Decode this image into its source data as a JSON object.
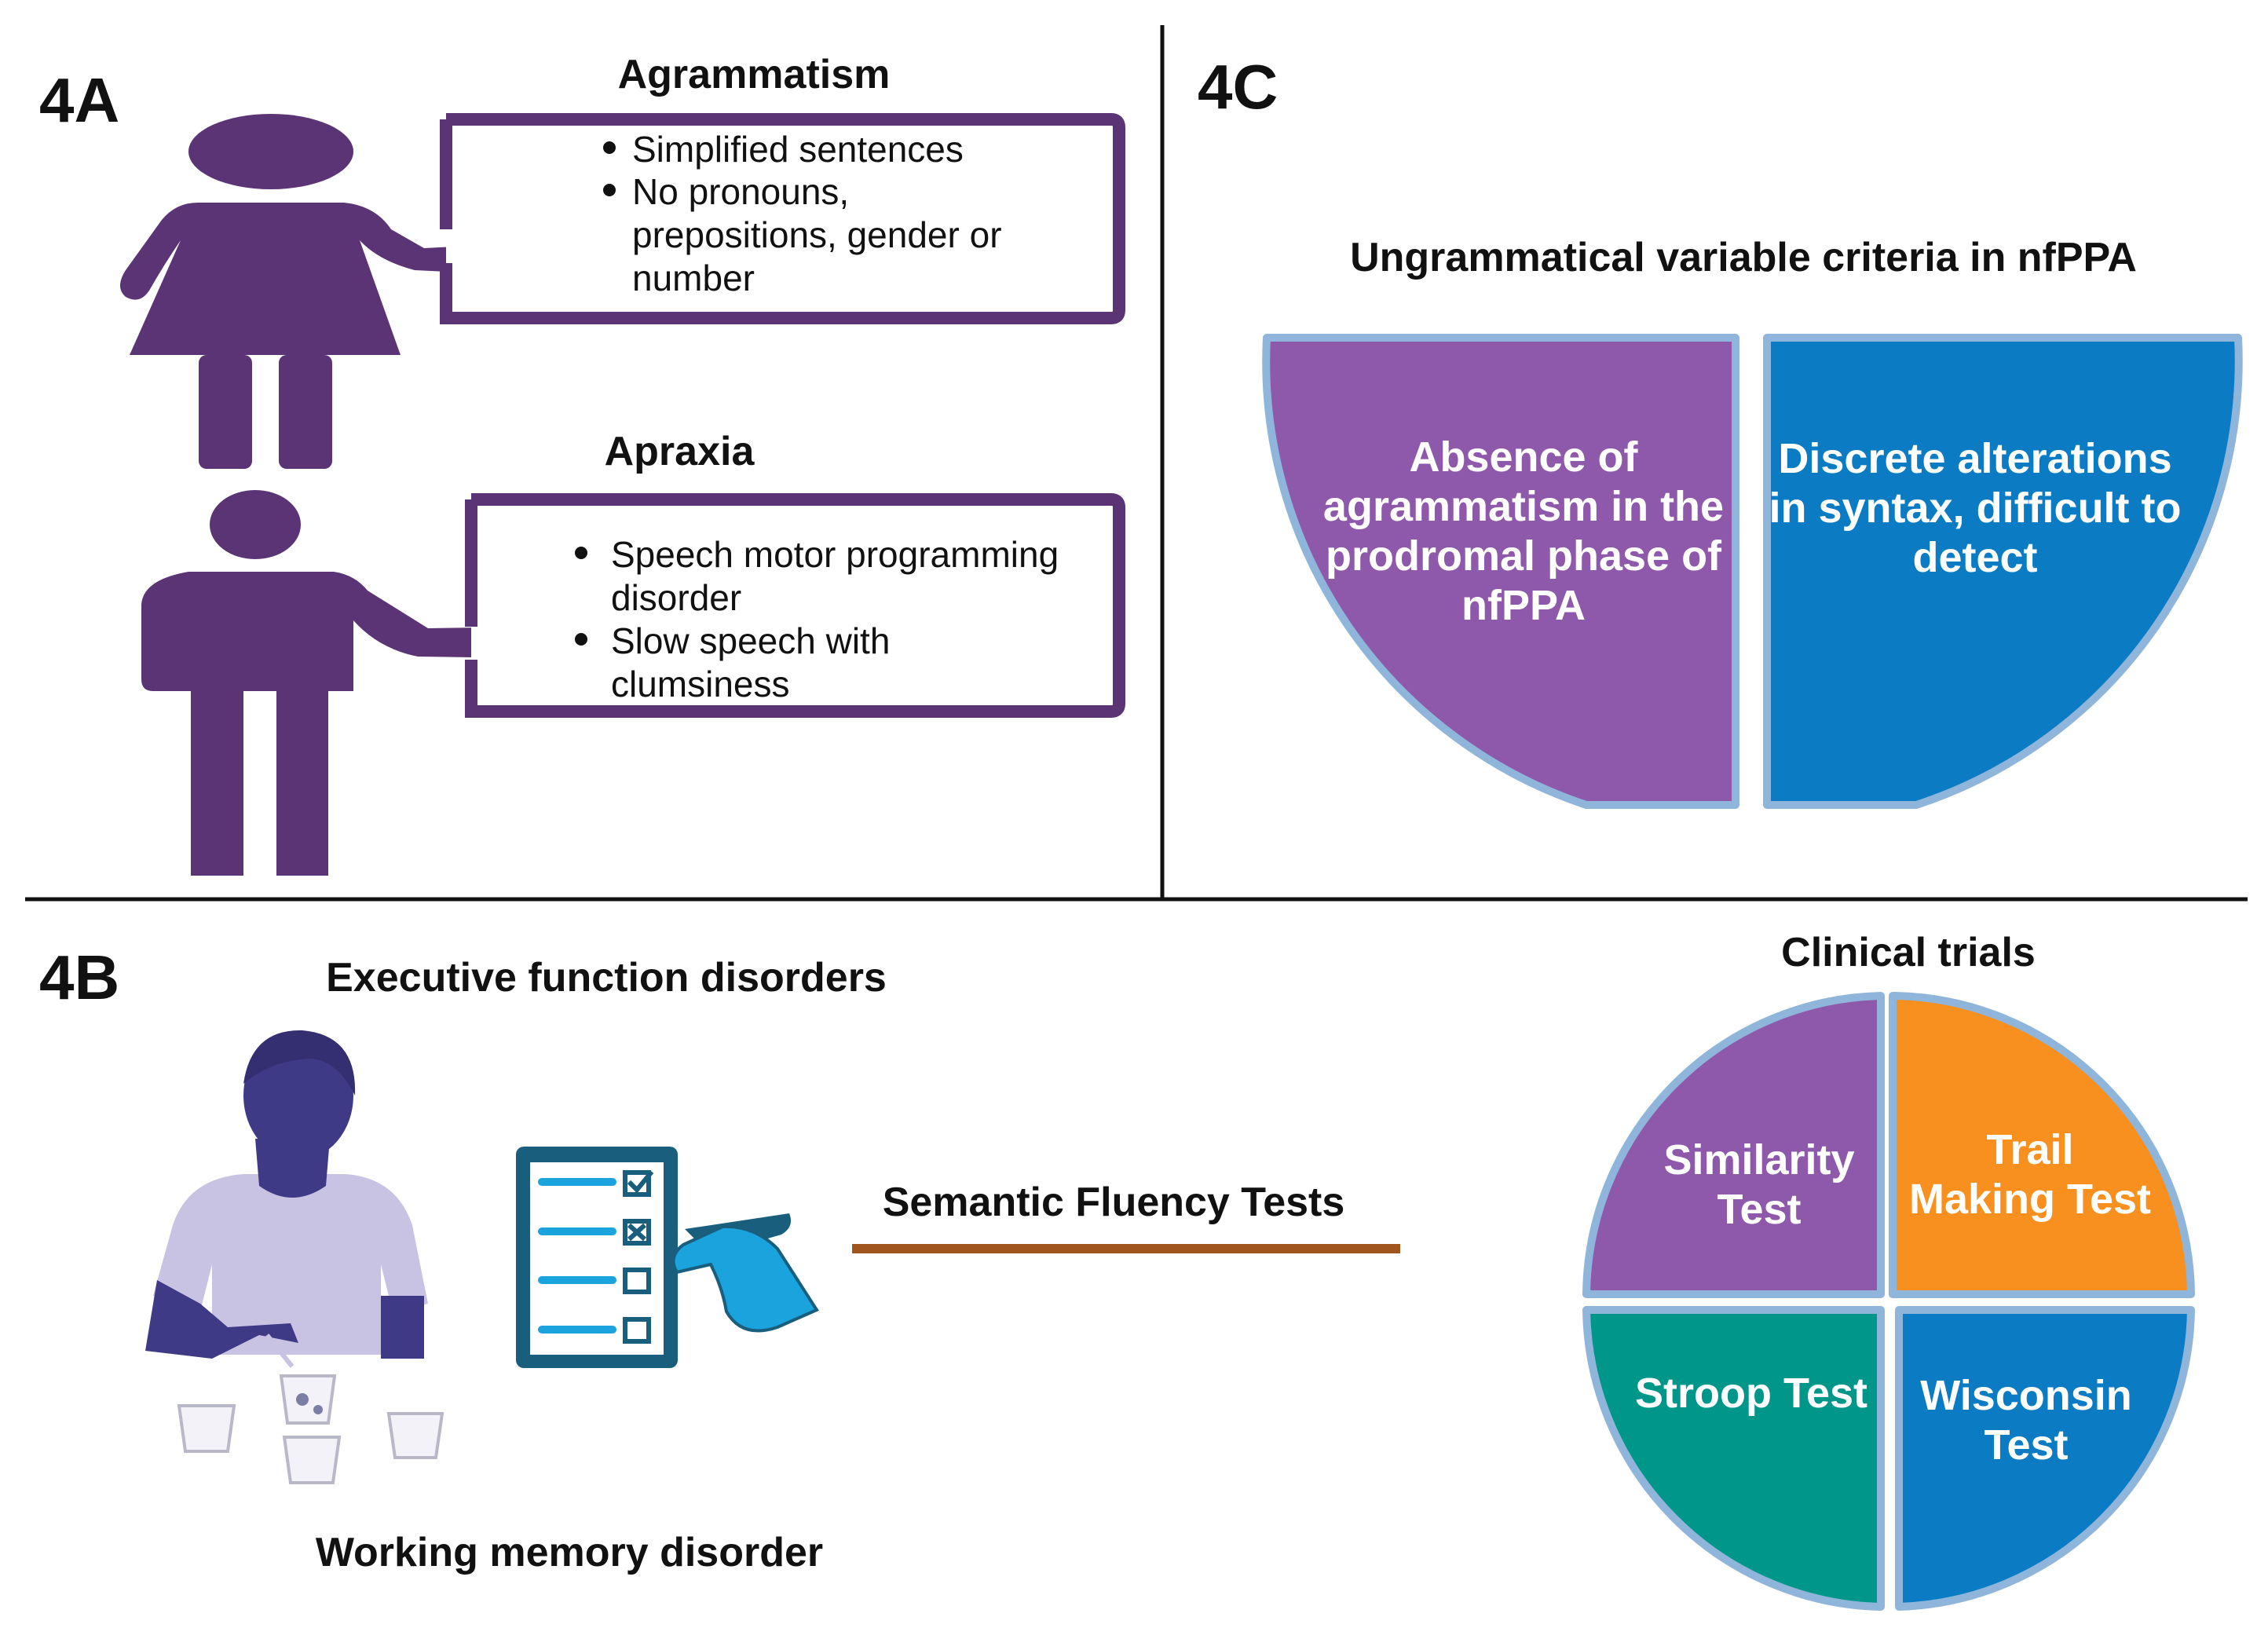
{
  "panels": {
    "a": {
      "label": "4A",
      "agrammatism": {
        "title": "Agrammatism",
        "bullets": [
          "Simplified sentences",
          "No pronouns,",
          "prepositions, gender or",
          "number"
        ]
      },
      "apraxia": {
        "title": "Apraxia",
        "bullets": [
          "Speech motor programming",
          "disorder",
          "Slow speech with",
          "clumsiness"
        ]
      }
    },
    "b": {
      "label": "4B",
      "executive_title": "Executive function disorders",
      "working_memory_title": "Working memory disorder",
      "semantic_fluency": "Semantic Fluency Tests",
      "clinical_trials": {
        "title": "Clinical trials",
        "quadrants": {
          "similarity": [
            "Similarity",
            "Test"
          ],
          "trail": [
            "Trail",
            "Making Test"
          ],
          "stroop": [
            "Stroop Test"
          ],
          "wisconsin": [
            "Wisconsin",
            "Test"
          ]
        }
      }
    },
    "c": {
      "label": "4C",
      "title": "Ungrammatical variable criteria in nfPPA",
      "left": [
        "Absence of",
        "agrammatism in the",
        "prodromal phase of",
        "nfPPA"
      ],
      "right": [
        "Discrete alterations",
        "in syntax, difficult to",
        "detect"
      ]
    }
  },
  "colors": {
    "figure_purple": "#5b3476",
    "pen_lilac": "#a878c8",
    "quad_purple": "#8e59ab",
    "quad_blue": "#0b7cc3",
    "quad_orange": "#f7901e",
    "quad_teal": "#00968a",
    "quad_stroke": "#8fb6da",
    "fluency_line": "#a0541e",
    "person_skin": "#3f3a86",
    "person_shirt": "#c9c3e3",
    "clipboard": "#1a5e7d",
    "hand_blue": "#1aa3dc"
  }
}
